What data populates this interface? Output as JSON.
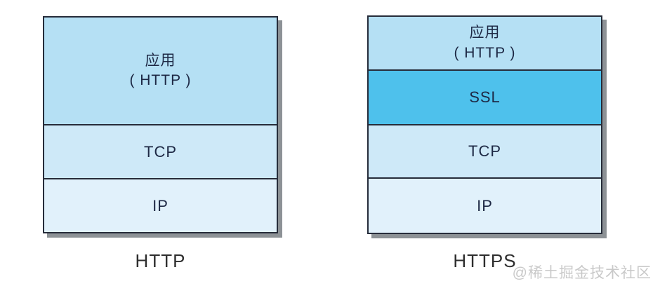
{
  "stacks": {
    "http": {
      "caption": "HTTP",
      "layers": {
        "app": {
          "line1": "应用",
          "line2": "( HTTP )"
        },
        "tcp": {
          "label": "TCP"
        },
        "ip": {
          "label": "IP"
        }
      }
    },
    "https": {
      "caption": "HTTPS",
      "layers": {
        "app": {
          "line1": "应用",
          "line2": "( HTTP )"
        },
        "ssl": {
          "label": "SSL"
        },
        "tcp": {
          "label": "TCP"
        },
        "ip": {
          "label": "IP"
        }
      }
    }
  },
  "watermark": {
    "text": "@稀土掘金技术社区"
  },
  "colors": {
    "app_layer": "#b5e0f4",
    "ssl_layer": "#4ec1ec",
    "tcp_layer": "#cee9f8",
    "ip_layer": "#e1f1fb",
    "border": "#262c3a",
    "shadow": "#8d9296",
    "label_text": "#1d2844",
    "caption_text": "#2e2e2e",
    "watermark_text": "#c9c9c9"
  }
}
